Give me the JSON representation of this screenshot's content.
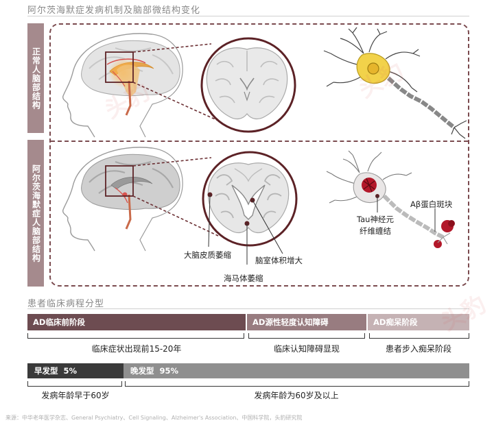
{
  "title": "阿尔茨海默症发病机制及脑部微结构变化",
  "rows": [
    {
      "label": "正常人脑部结构"
    },
    {
      "label": "阿尔茨海默症人脑部结构"
    }
  ],
  "callouts": {
    "cortex": "大脑皮质萎缩",
    "ventricle": "脑室体积增大",
    "hippocampus": "海马体萎缩",
    "tau_line1": "Tau神经元",
    "tau_line2": "纤维缠结",
    "abeta": "Aβ蛋白斑块"
  },
  "clinical": {
    "title": "患者临床病程分型",
    "stages": [
      {
        "label": "AD临床前阶段",
        "desc": "临床症状出现前15-20年",
        "color": "#6d4c51"
      },
      {
        "label": "AD源性轻度认知障碍",
        "desc": "临床认知障碍显现",
        "color": "#987c80"
      },
      {
        "label": "AD痴呆阶段",
        "desc": "患者步入痴呆阶段",
        "color": "#c5b2b4"
      }
    ],
    "types": [
      {
        "label": "早发型",
        "pct": "5%",
        "desc": "发病年龄早于60岁",
        "color": "#3a3a3a"
      },
      {
        "label": "晚发型",
        "pct": "95%",
        "desc": "发病年龄为60岁及以上",
        "color": "#8f8f8f"
      }
    ]
  },
  "watermark": "头豹",
  "source": "来源：中华老年医学杂志、General Psychiatry、Cell Signaling、Alzheimer's Association、中国科学院，头豹研究院",
  "colors": {
    "accent": "#7a4a4e",
    "label_bg": "#a58a8d",
    "neuron_normal": "#f2d24a",
    "plaque": "#c0202a"
  }
}
